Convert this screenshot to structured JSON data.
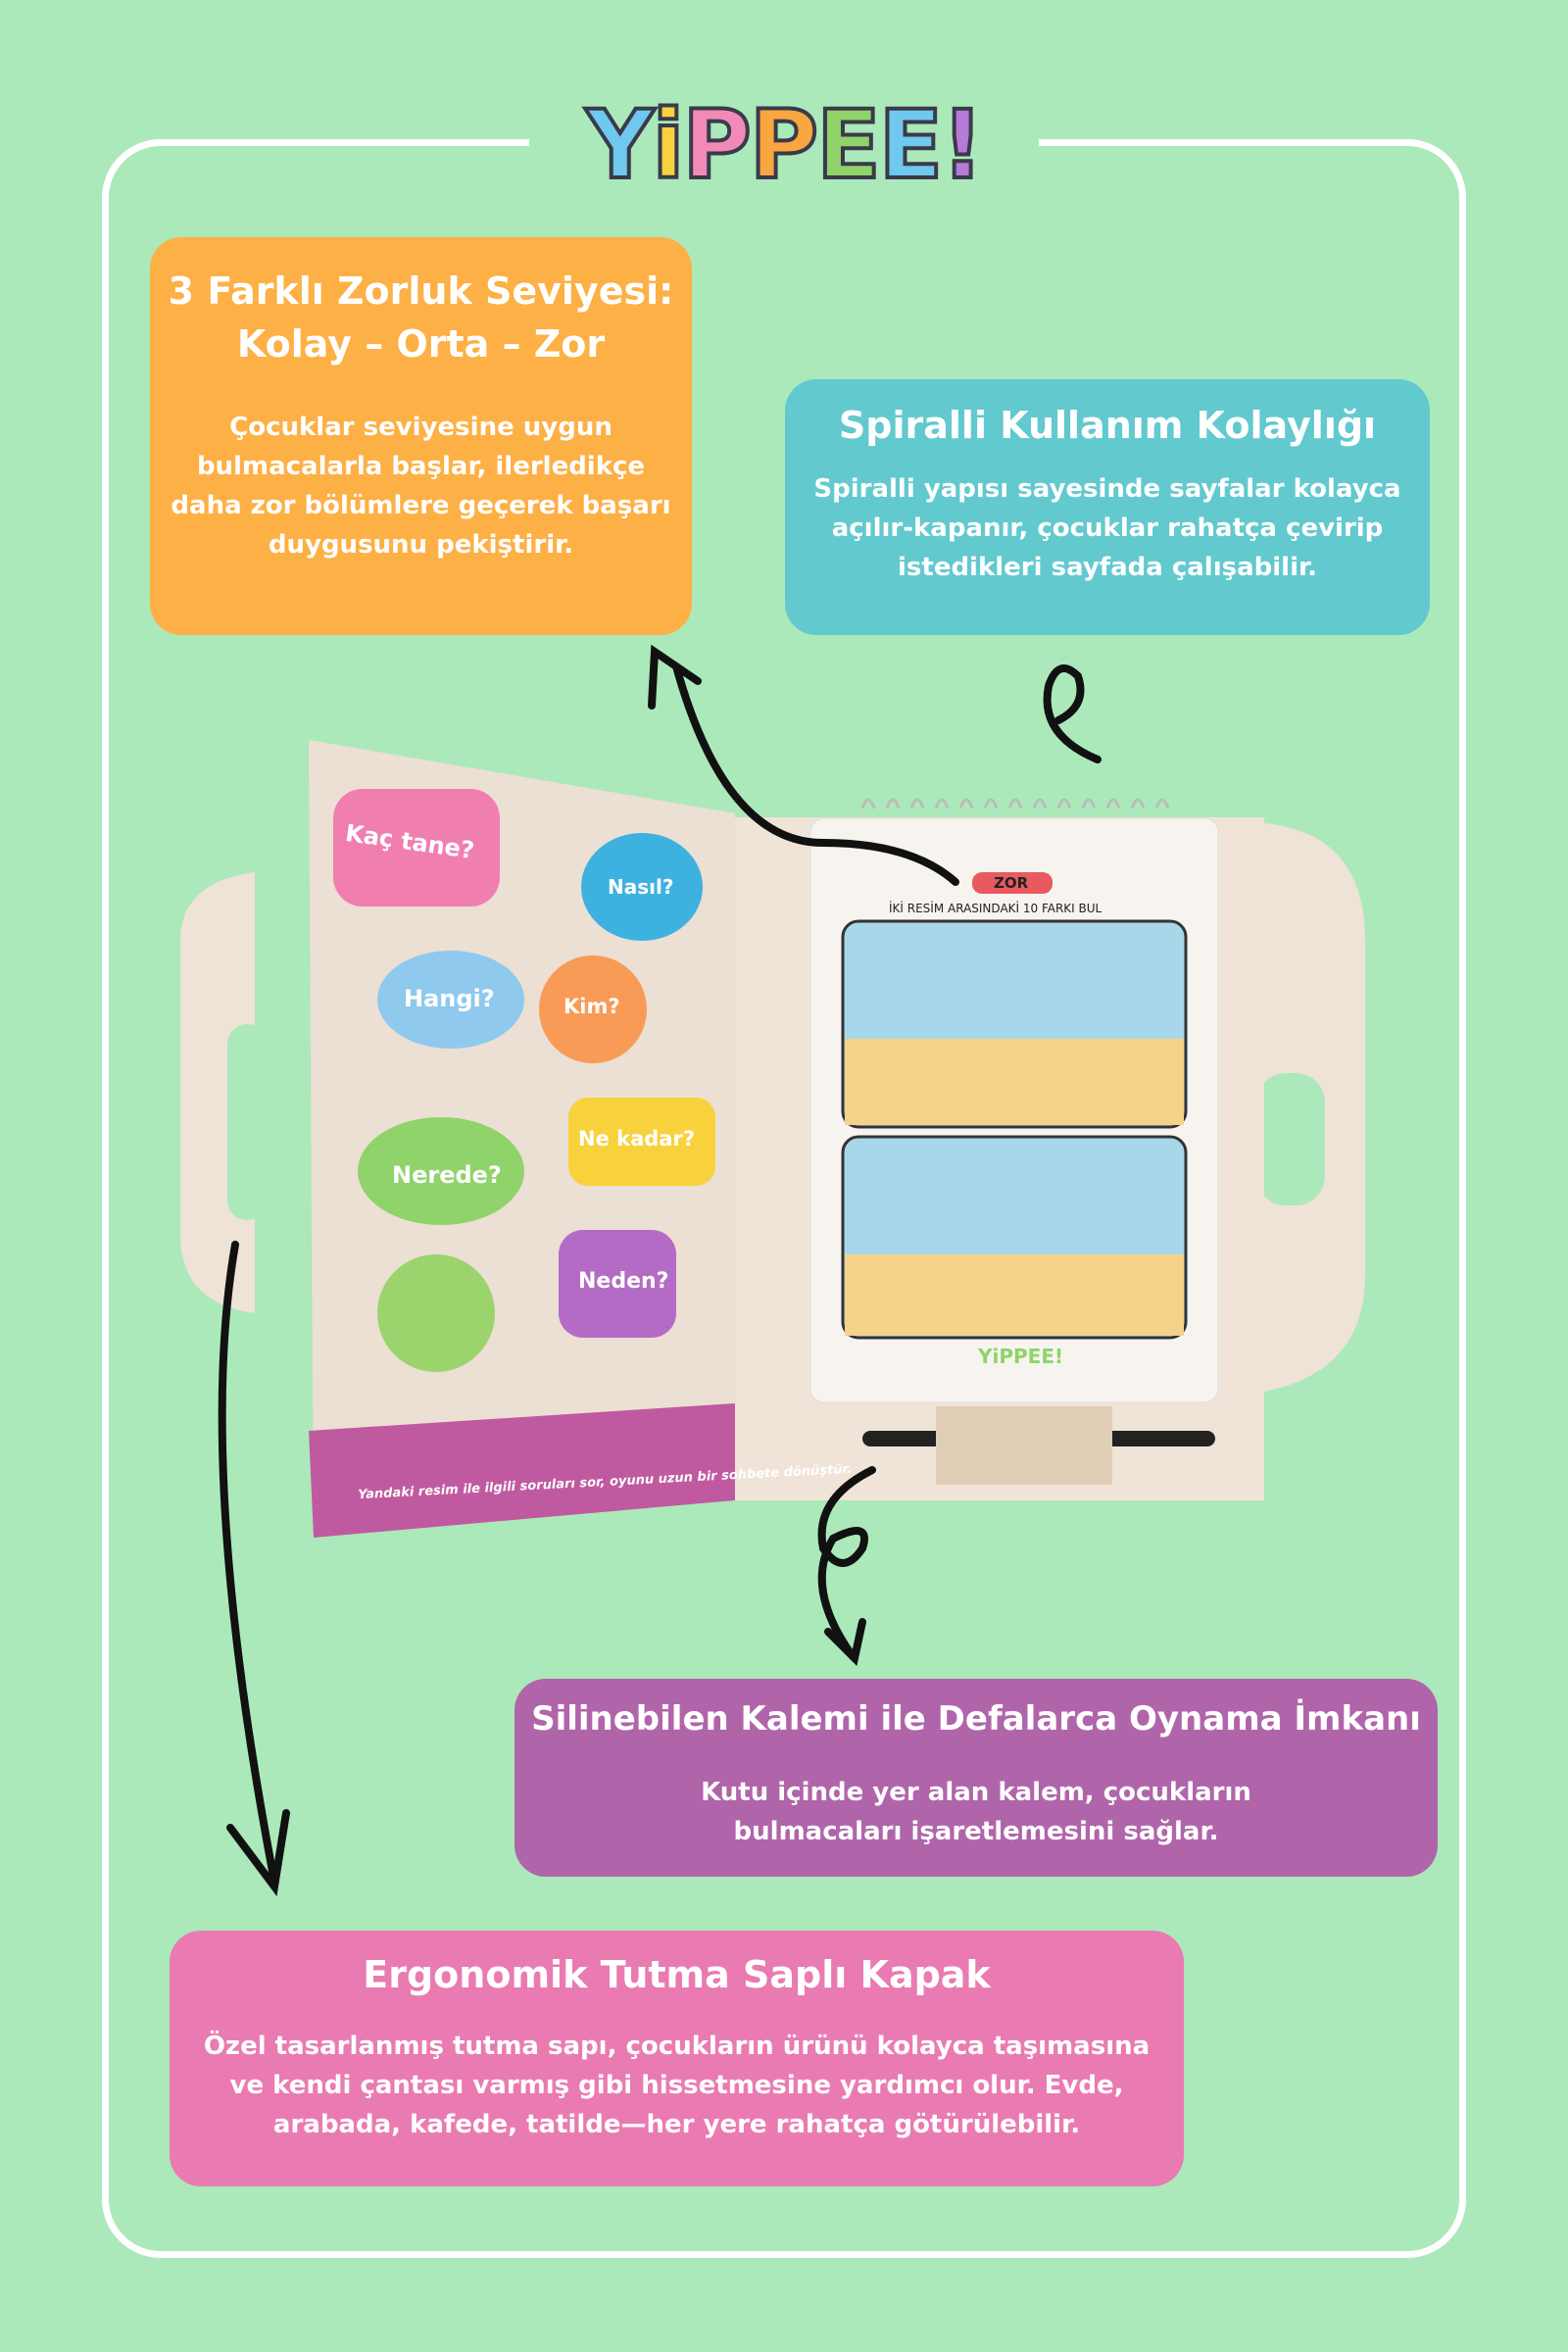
{
  "logo": {
    "text": "YiPPEE!",
    "letters": [
      "Y",
      "i",
      "P",
      "P",
      "E",
      "E",
      "!"
    ],
    "colors": [
      "#6fc8ee",
      "#f7d23c",
      "#f28ab8",
      "#f28ab8",
      "#8fd36a",
      "#f7a640",
      "#b57bd6"
    ]
  },
  "features": [
    {
      "title_line1": "3 Farklı Zorluk Seviyesi:",
      "title_line2": "Kolay – Orta – Zor",
      "body": "Çocuklar seviyesine uygun bulmacalarla başlar, ilerledikçe daha zor bölümlere geçerek başarı duygusunu pekiştirir.",
      "color": "#fdb045"
    },
    {
      "title": "Spiralli Kullanım Kolaylığı",
      "body": "Spiralli yapısı sayesinde sayfalar kolayca açılır-kapanır, çocuklar rahatça çevirip istedikleri sayfada çalışabilir.",
      "color": "#62c9cf"
    },
    {
      "title": "Silinebilen Kalemi ile Defalarca Oynama İmkanı",
      "body": "Kutu içinde yer alan kalem, çocukların bulmacaları işaretlemesini sağlar.",
      "color": "#b065aa"
    },
    {
      "title": "Ergonomik Tutma Saplı Kapak",
      "body": "Özel tasarlanmış tutma sapı, çocukların ürünü kolayca taşımasına ve kendi çantası varmış gibi hissetmesine yardımcı olur. Evde, arabada, kafede, tatilde—her yere rahatça götürülebilir.",
      "color": "#e97bb2"
    }
  ],
  "product": {
    "bubbles": [
      "Kaç tane?",
      "Nasıl?",
      "Hangi?",
      "Kim?",
      "Ne kadar?",
      "Nerede?",
      "Neden?"
    ],
    "banner": "Yandaki resim ile ilgili soruları sor, oyunu uzun bir sohbete dönüştür.",
    "level": "ZOR",
    "instruction": "İKİ RESİM ARASINDAKİ 10 FARKI BUL",
    "pad_logo": "YiPPEE!"
  }
}
